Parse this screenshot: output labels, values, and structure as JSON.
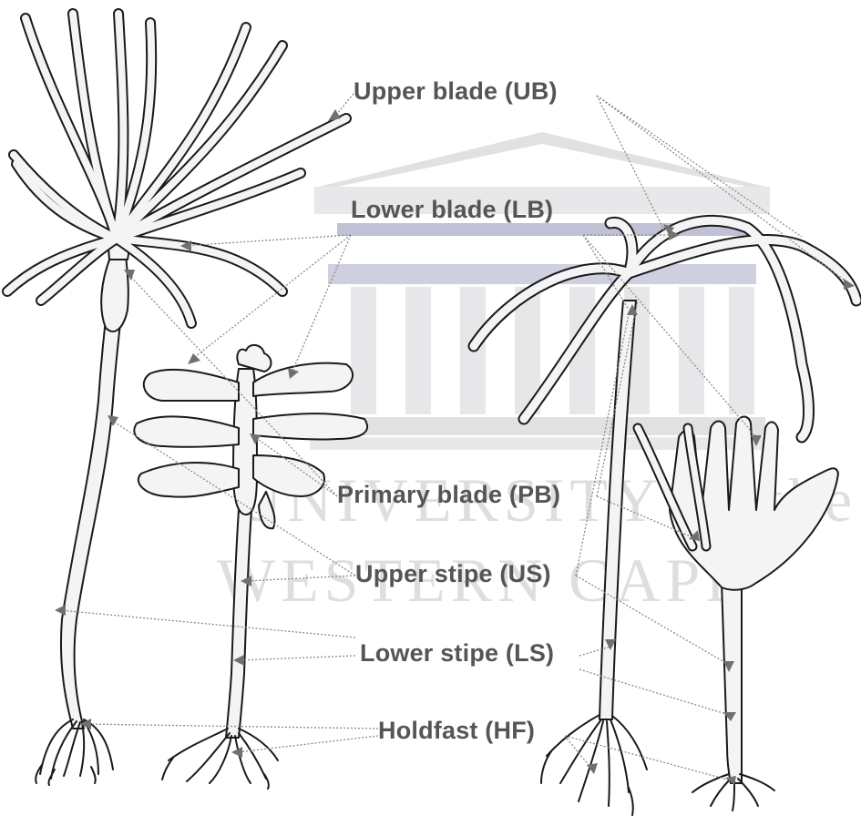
{
  "colors": {
    "outline": "#1a1a1a",
    "fill": "#f4f4f4",
    "label": "#555555",
    "leader": "#8a8a8a",
    "watermark": "#c9c9cf",
    "watermark_accent": "#8e90b3"
  },
  "labels": {
    "upper_blade": "Upper blade (UB)",
    "lower_blade": "Lower blade (LB)",
    "primary_blade": "Primary blade (PB)",
    "upper_stipe": "Upper stipe (US)",
    "lower_stipe": "Lower stipe (LS)",
    "holdfast": "Holdfast (HF)"
  },
  "watermark": {
    "line1": "UNIVERSITY of the",
    "line2": "WESTERN CAPE",
    "icon": "university-building-icon"
  }
}
